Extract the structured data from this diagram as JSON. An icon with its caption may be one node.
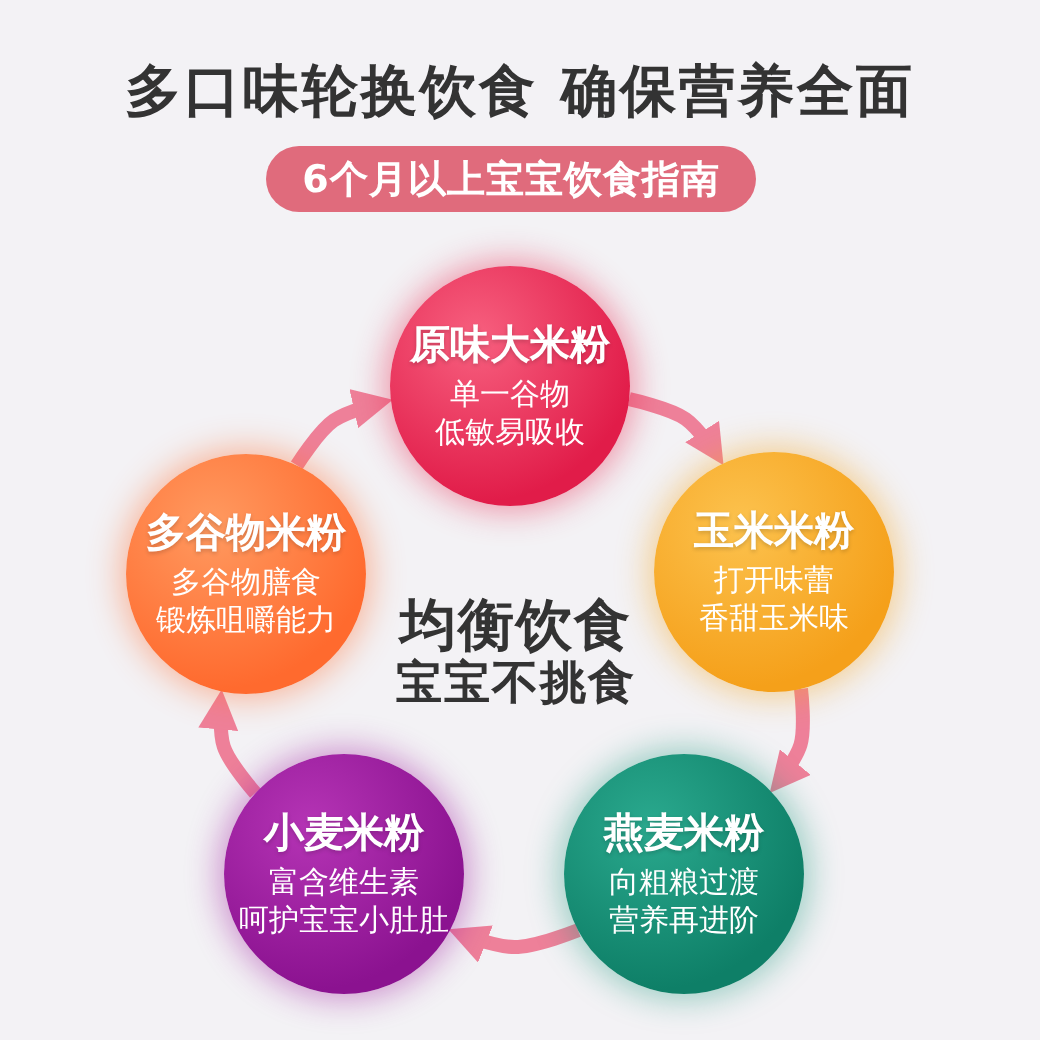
{
  "diagram": {
    "title": "多口味轮换饮食 确保营养全面",
    "nodes": [
      {
        "text": [
          "6个月以上宝宝饮食指南"
        ]
      },
      {
        "text": [
          "原味大米粉",
          "单一谷物",
          "低敏易吸收"
        ]
      },
      {
        "text": [
          "玉米米粉",
          "打开味蕾",
          "香甜玉米味"
        ]
      },
      {
        "text": [
          "燕麦米粉",
          "向粗粮过渡",
          "营养再进阶"
        ]
      },
      {
        "text": [
          "小麦米粉",
          "富含维生素",
          "呵护宝宝小肚肚"
        ]
      },
      {
        "text": [
          "多谷物米粉",
          "多谷物膳食",
          "锻炼咀嚼能力"
        ]
      }
    ],
    "edges": [
      {
        "from": 1,
        "to": 2,
        "arrow": "to"
      },
      {
        "from": 2,
        "to": 3,
        "arrow": "to"
      },
      {
        "from": 3,
        "to": 4,
        "arrow": "to"
      },
      {
        "from": 4,
        "to": 5,
        "arrow": "to"
      },
      {
        "from": 5,
        "to": 1,
        "arrow": "to"
      }
    ],
    "labels": [
      "均衡饮食",
      "宝宝不挑食"
    ]
  }
}
